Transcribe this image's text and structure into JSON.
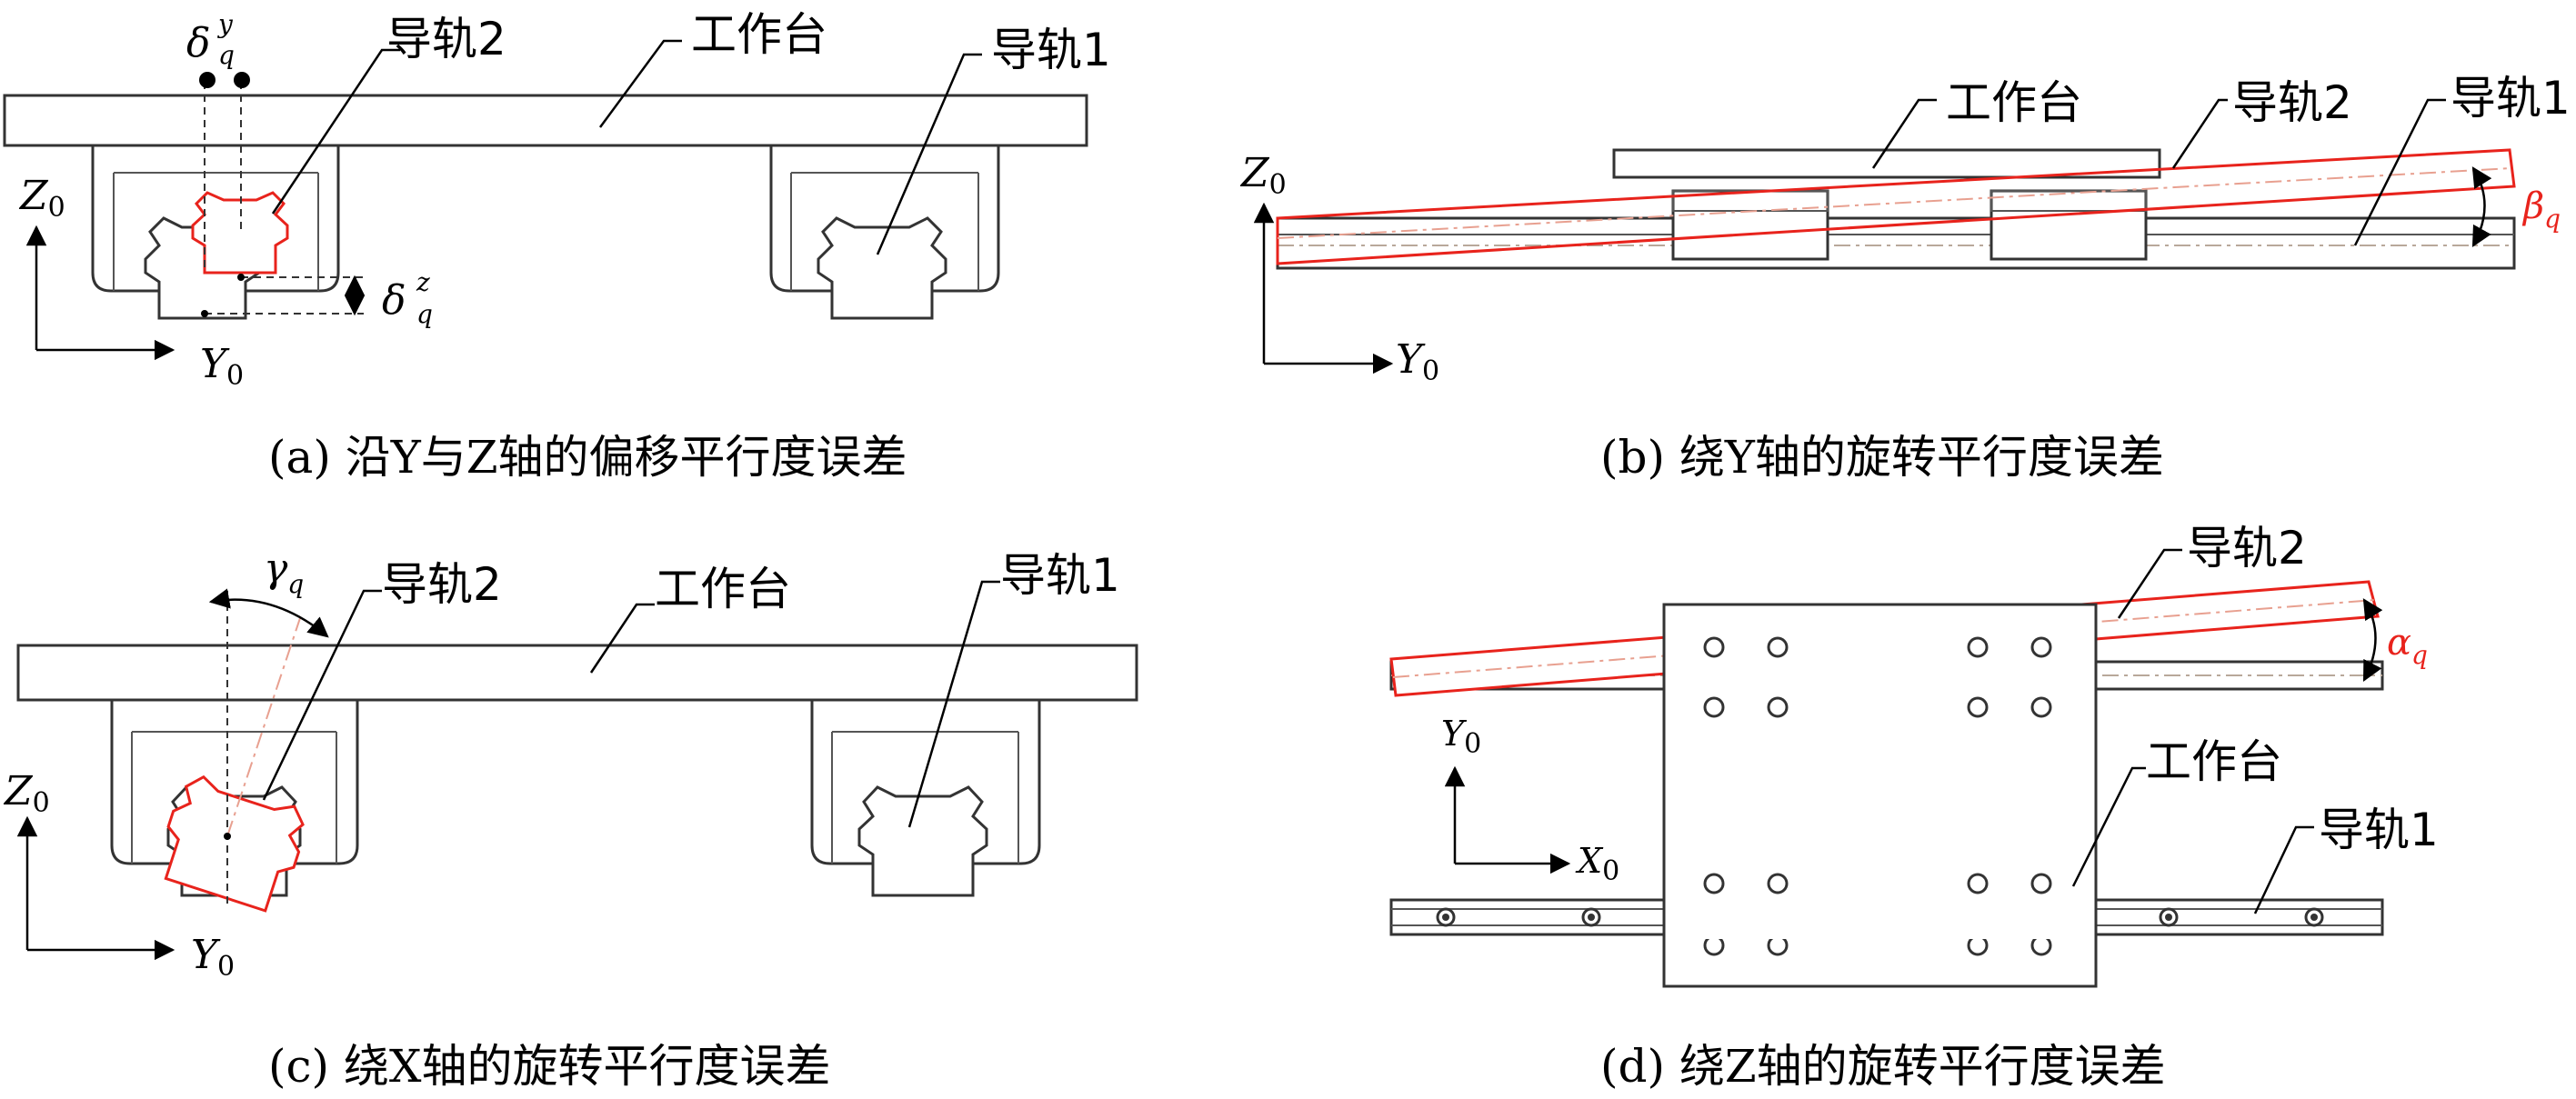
{
  "panels": {
    "a": {
      "caption": "(a) 沿Y与Z轴的偏移平行度误差",
      "label_table": "工作台",
      "label_rail2": "导轨2",
      "label_rail1": "导轨1",
      "axis_z": "Z",
      "axis_y": "Y",
      "axis_sub": "0",
      "delta": "δ",
      "delta_y_sup": "y",
      "delta_z_sup": "z",
      "delta_sub": "q"
    },
    "b": {
      "caption": "(b) 绕Y轴的旋转平行度误差",
      "label_table": "工作台",
      "label_rail2": "导轨2",
      "label_rail1": "导轨1",
      "axis_z": "Z",
      "axis_y": "Y",
      "axis_sub": "0",
      "angle": "β",
      "angle_sub": "q"
    },
    "c": {
      "caption": "(c) 绕X轴的旋转平行度误差",
      "label_table": "工作台",
      "label_rail2": "导轨2",
      "label_rail1": "导轨1",
      "axis_z": "Z",
      "axis_y": "Y",
      "axis_sub": "0",
      "angle": "γ",
      "angle_sub": "q"
    },
    "d": {
      "caption": "(d) 绕Z轴的旋转平行度误差",
      "label_table": "工作台",
      "label_rail2": "导轨2",
      "label_rail1": "导轨1",
      "axis_y": "Y",
      "axis_x": "X",
      "axis_sub": "0",
      "angle": "α",
      "angle_sub": "q"
    }
  },
  "colors": {
    "error_red": "#e8231c",
    "line_gray": "#333333",
    "centerline": "#b8a89a"
  }
}
